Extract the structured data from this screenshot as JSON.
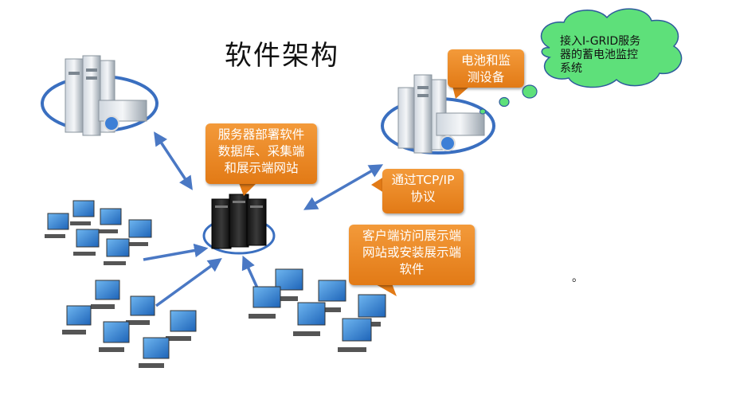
{
  "title": "软件架构",
  "callouts": {
    "server_deploy": "服务器部署软件\n数据库、采集端\n和展示端网站",
    "battery_monitor": "电池和监\n测设备",
    "tcp_protocol": "通过TCP/IP\n协议",
    "client_access": "客户端访问展示端\n网站或安装展示端\n软件"
  },
  "cloud": {
    "text": "接入I-GRID服务\n器的蓄电池监控\n系统"
  },
  "stray_mark": "。",
  "colors": {
    "callout_orange": "#ef8a2a",
    "cloud_green": "#5ee07a",
    "arrow_blue": "#4a78c4",
    "monitor_blue": "#2a7fd0"
  }
}
